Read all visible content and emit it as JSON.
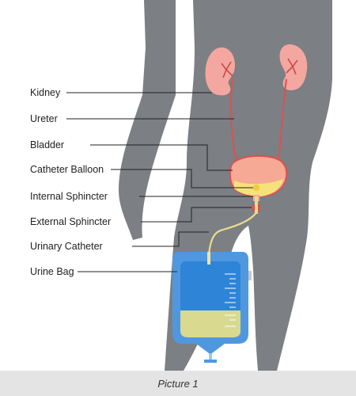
{
  "labels": {
    "kidney": "Kidney",
    "ureter": "Ureter",
    "bladder": "Bladder",
    "catheter_balloon": "Catheter Balloon",
    "internal_sphincter": "Internal Sphincter",
    "external_sphincter": "External Sphincter",
    "urinary_catheter": "Urinary Catheter",
    "urine_bag": "Urine Bag"
  },
  "caption": "Picture 1",
  "colors": {
    "body": "#7c7f84",
    "kidney": "#f3a7a0",
    "vessel": "#d9534f",
    "bladder": "#f6a994",
    "urine": "#f6e27a",
    "catheter": "#e8dc8a",
    "bag": "#2e84d6",
    "bag_urine": "#d9d98f",
    "strap": "#c9c9c9"
  }
}
